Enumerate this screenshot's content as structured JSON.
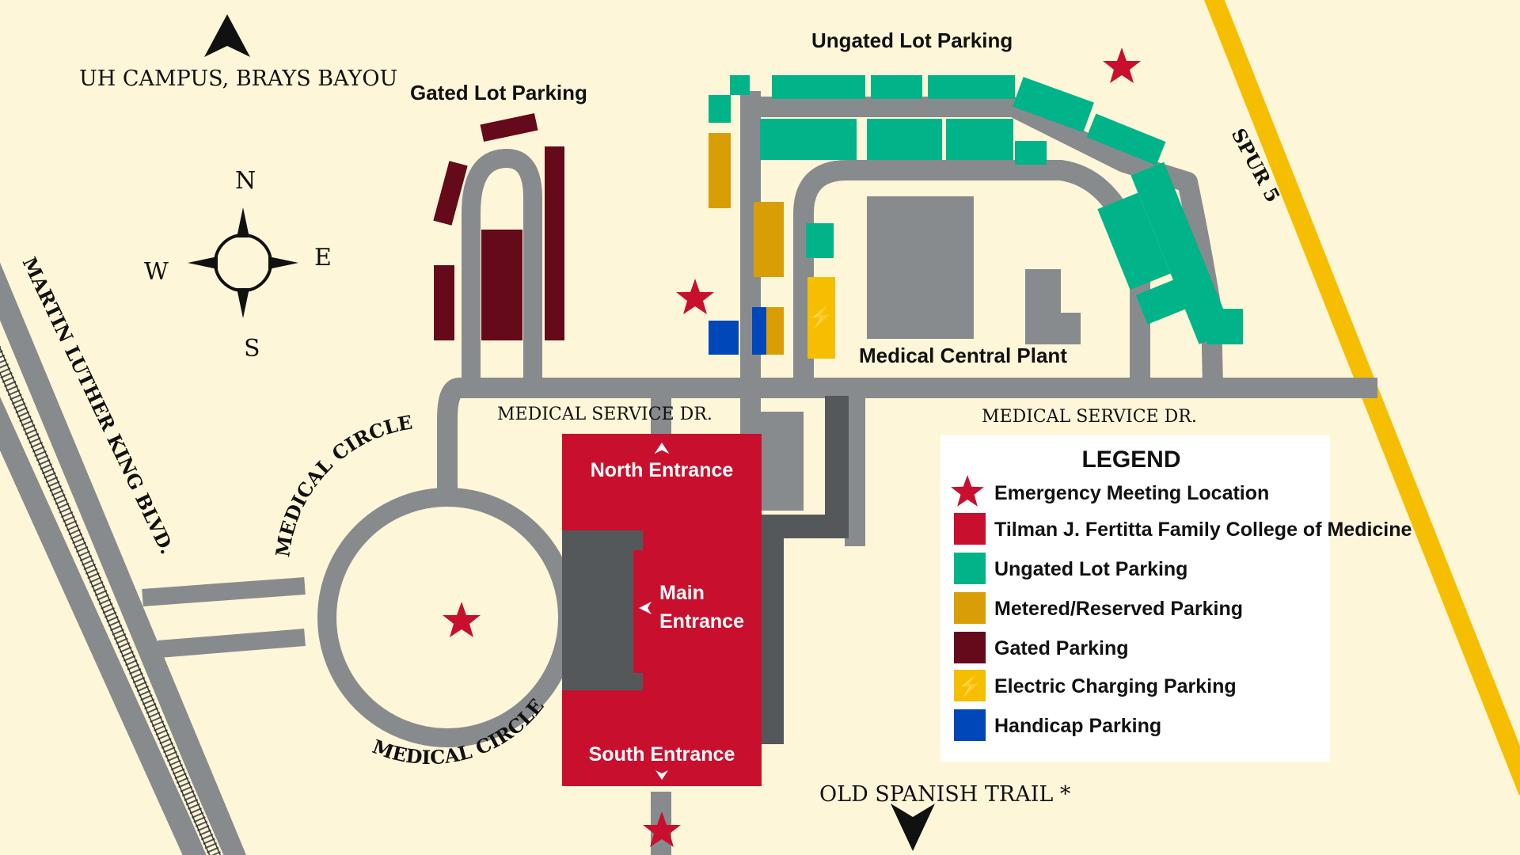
{
  "map": {
    "north_label": "UH CAMPUS, BRAYS BAYOU",
    "south_label": "OLD SPANISH TRAIL *",
    "compass": {
      "n": "N",
      "s": "S",
      "e": "E",
      "w": "W"
    },
    "roads": {
      "mlk": "MARTIN LUTHER KING BLVD.",
      "spur5": "SPUR 5",
      "medical_service_west": "MEDICAL SERVICE DR.",
      "medical_service_east": "MEDICAL SERVICE DR.",
      "medical_circle_top": "MEDICAL CIRCLE",
      "medical_circle_bottom": "MEDICAL CIRCLE"
    },
    "areas": {
      "ungated_lot": "Ungated Lot Parking",
      "gated_lot": "Gated Lot Parking",
      "central_plant": "Medical Central Plant"
    },
    "building": {
      "north_entrance": "North Entrance",
      "main_entrance_1": "Main",
      "main_entrance_2": "Entrance",
      "south_entrance": "South Entrance"
    },
    "charging_symbol": "⚡"
  },
  "legend": {
    "title": "LEGEND",
    "items": [
      {
        "label": "Emergency Meeting Location",
        "kind": "star",
        "color": "#c8102e"
      },
      {
        "label": "Tilman J. Fertitta Family College of Medicine",
        "kind": "swatch",
        "color": "#c8102e"
      },
      {
        "label": "Ungated Lot Parking",
        "kind": "swatch",
        "color": "#00b388"
      },
      {
        "label": "Metered/Reserved Parking",
        "kind": "swatch",
        "color": "#d99e06"
      },
      {
        "label": "Gated Parking",
        "kind": "swatch",
        "color": "#640a1a"
      },
      {
        "label": "Electric Charging Parking",
        "kind": "charge",
        "color": "#f6be00"
      },
      {
        "label": "Handicap Parking",
        "kind": "swatch",
        "color": "#0047ba"
      }
    ]
  },
  "colors": {
    "background": "#fef6d8",
    "road": "#888b8d",
    "dark_gray": "#54585a",
    "highway": "#f6be00",
    "college": "#c8102e",
    "ungated": "#00b388",
    "metered": "#d99e06",
    "gated": "#640a1a",
    "charging": "#f6be00",
    "handicap": "#0047ba"
  }
}
